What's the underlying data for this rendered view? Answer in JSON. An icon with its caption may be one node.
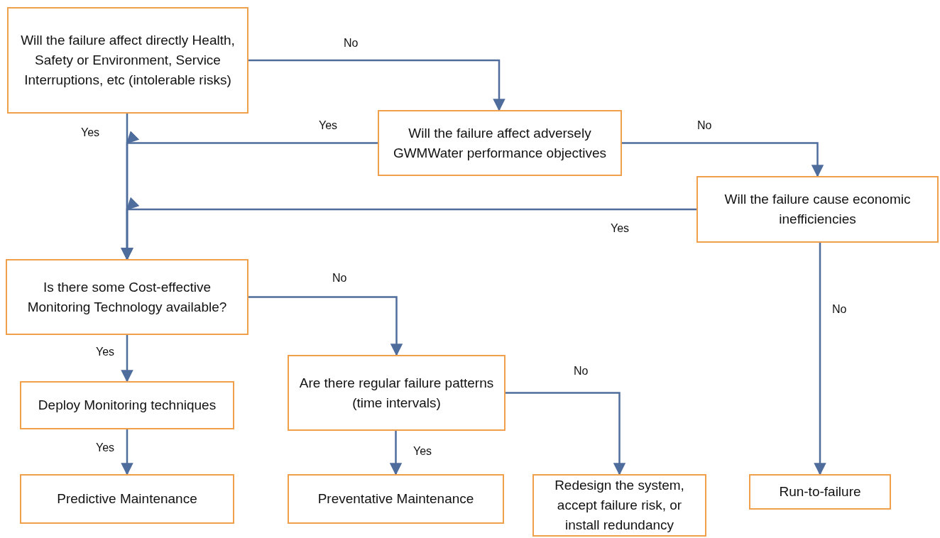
{
  "diagram": {
    "nodes": [
      {
        "text": [
          "Will the failure affect directly Health, Safety or Environment, Service Interruptions, etc (intolerable risks)"
        ]
      },
      {
        "text": [
          "Will the failure affect adversely GWMWater performance objectives"
        ]
      },
      {
        "text": [
          "Will the failure cause economic inefficiencies"
        ]
      },
      {
        "text": [
          "Is there some Cost-effective Monitoring Technology available?"
        ]
      },
      {
        "text": [
          "Deploy Monitoring techniques"
        ]
      },
      {
        "text": [
          "Are there regular failure patterns (time intervals)"
        ]
      },
      {
        "text": [
          "Predictive Maintenance"
        ]
      },
      {
        "text": [
          "Preventative Maintenance"
        ]
      },
      {
        "text": [
          "Redesign the system, accept failure risk, or install redundancy"
        ]
      },
      {
        "text": [
          "Run-to-failure"
        ]
      }
    ],
    "edges": [
      {
        "from": 0,
        "to": 1,
        "arrow": "to",
        "label": "No"
      },
      {
        "from": 0,
        "to": 3,
        "arrow": "to",
        "label": "Yes"
      },
      {
        "from": 1,
        "to": 3,
        "arrow": "to",
        "label": "Yes"
      },
      {
        "from": 1,
        "to": 2,
        "arrow": "to",
        "label": "No"
      },
      {
        "from": 2,
        "to": 3,
        "arrow": "to",
        "label": "Yes"
      },
      {
        "from": 2,
        "to": 9,
        "arrow": "to",
        "label": "No"
      },
      {
        "from": 3,
        "to": 5,
        "arrow": "to",
        "label": "No"
      },
      {
        "from": 3,
        "to": 4,
        "arrow": "to",
        "label": "Yes"
      },
      {
        "from": 4,
        "to": 6,
        "arrow": "to",
        "label": "Yes"
      },
      {
        "from": 5,
        "to": 7,
        "arrow": "to",
        "label": "Yes"
      },
      {
        "from": 5,
        "to": 8,
        "arrow": "to",
        "label": "No"
      }
    ]
  }
}
